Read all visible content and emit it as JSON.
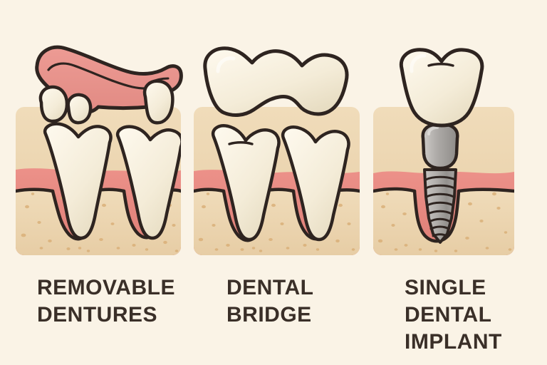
{
  "illustration": {
    "title": "Dental restoration options comparison",
    "background_color": "#faf3e6",
    "outline_color": "#2e2420",
    "panels": [
      {
        "id": "removable-dentures",
        "caption_lines": [
          "REMOVABLE",
          "DENTURES"
        ],
        "appliance": "partial denture with pink acrylic base and replacement teeth",
        "colors": {
          "denture_base": "#e8938c",
          "tooth": "#f4ecd9",
          "gum": "#e8877f",
          "bone": "#edd6b0"
        }
      },
      {
        "id": "dental-bridge",
        "caption_lines": [
          "DENTAL",
          "BRIDGE"
        ],
        "appliance": "three-unit fixed bridge spanning two abutment teeth",
        "colors": {
          "bridge": "#f4ecd9",
          "tooth": "#f4ecd9",
          "gum": "#e8877f",
          "bone": "#edd6b0"
        }
      },
      {
        "id": "single-dental-implant",
        "caption_lines": [
          "SINGLE",
          "DENTAL",
          "IMPLANT"
        ],
        "appliance": "titanium screw implant with abutment and ceramic crown",
        "colors": {
          "crown": "#f4ecd9",
          "abutment": "#a9a6a3",
          "screw": "#9e9b98",
          "gum": "#e8877f",
          "bone": "#edd6b0"
        }
      }
    ]
  },
  "captions": {
    "panel1": "REMOVABLE\nDENTURES",
    "panel2": "DENTAL\nBRIDGE",
    "panel3": "SINGLE\nDENTAL\nIMPLANT"
  }
}
